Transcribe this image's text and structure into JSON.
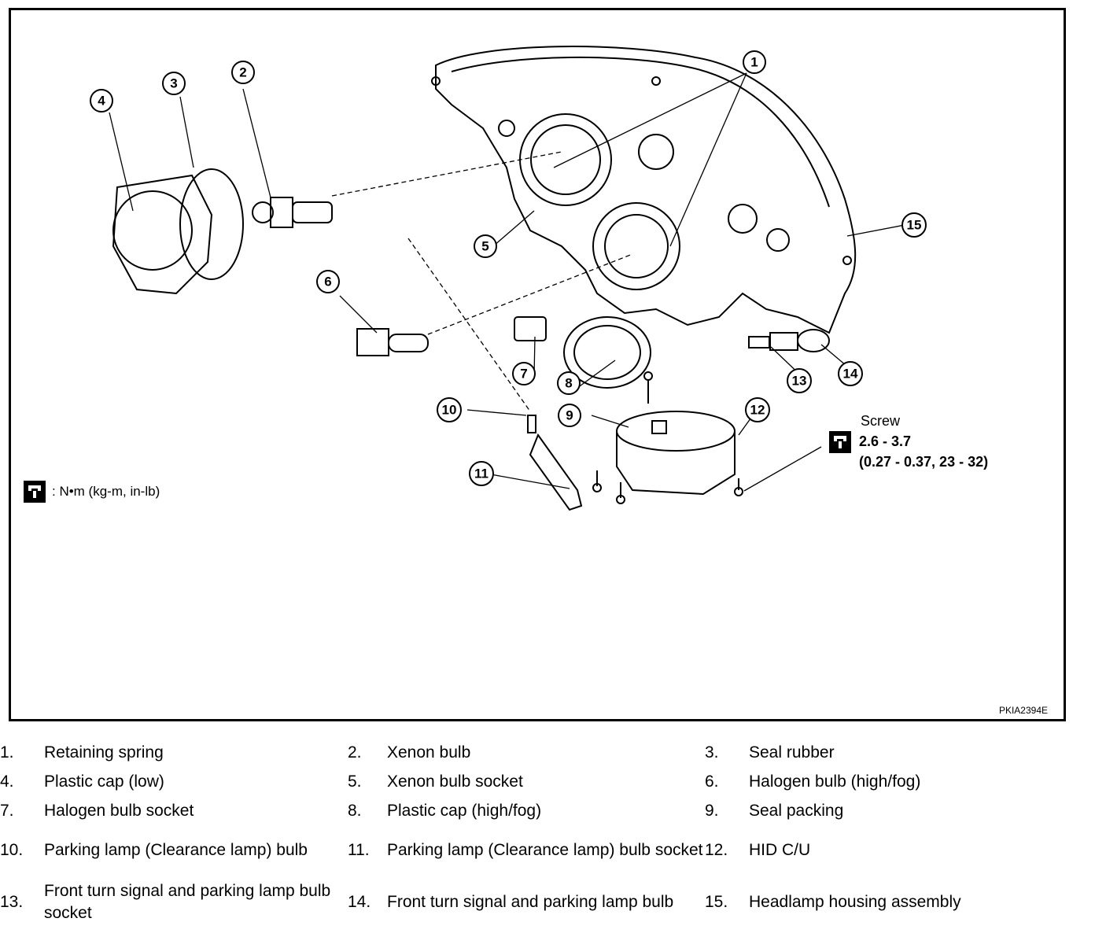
{
  "figure_id": "PKIA2394E",
  "torque_legend": {
    "unit_label": ": N•m (kg-m, in-lb)",
    "icon": "torque-wrench-icon"
  },
  "screw_spec": {
    "label": "Screw",
    "value_nm": "2.6 - 3.7",
    "value_alt": "(0.27 - 0.37, 23 - 32)"
  },
  "callouts": [
    "1",
    "2",
    "3",
    "4",
    "5",
    "6",
    "7",
    "8",
    "9",
    "10",
    "11",
    "12",
    "13",
    "14",
    "15"
  ],
  "parts": [
    {
      "num": "1.",
      "name": "Retaining spring"
    },
    {
      "num": "2.",
      "name": "Xenon bulb"
    },
    {
      "num": "3.",
      "name": "Seal rubber"
    },
    {
      "num": "4.",
      "name": "Plastic cap (low)"
    },
    {
      "num": "5.",
      "name": "Xenon bulb socket"
    },
    {
      "num": "6.",
      "name": "Halogen bulb (high/fog)"
    },
    {
      "num": "7.",
      "name": "Halogen bulb socket"
    },
    {
      "num": "8.",
      "name": "Plastic cap (high/fog)"
    },
    {
      "num": "9.",
      "name": "Seal packing"
    },
    {
      "num": "10.",
      "name": "Parking lamp (Clearance lamp) bulb"
    },
    {
      "num": "11.",
      "name": "Parking lamp (Clearance lamp) bulb socket"
    },
    {
      "num": "12.",
      "name": "HID C/U"
    },
    {
      "num": "13.",
      "name": "Front turn signal and parking lamp bulb socket"
    },
    {
      "num": "14.",
      "name": "Front turn signal and parking lamp bulb"
    },
    {
      "num": "15.",
      "name": "Headlamp housing assembly"
    }
  ]
}
